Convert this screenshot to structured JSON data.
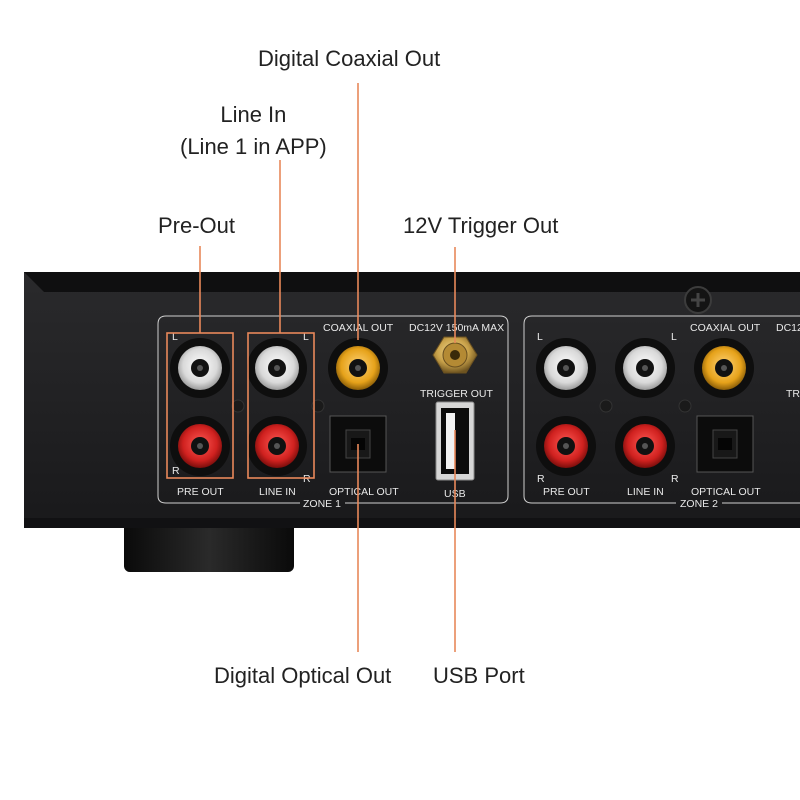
{
  "callouts": {
    "digital_coaxial_out": "Digital Coaxial Out",
    "line_in_line1": "Line In",
    "line_in_line2": "(Line 1 in APP)",
    "pre_out": "Pre-Out",
    "trigger_out": "12V Trigger Out",
    "digital_optical_out": "Digital Optical Out",
    "usb_port": "USB Port"
  },
  "panel": {
    "zone1": {
      "coaxial_out": "COAXIAL OUT",
      "dc_spec": "DC12V 150mA MAX",
      "trigger_out": "TRIGGER OUT",
      "pre_out": "PRE OUT",
      "line_in": "LINE IN",
      "optical_out": "OPTICAL OUT",
      "usb": "USB",
      "zone": "ZONE 1",
      "left": "L",
      "right": "R"
    },
    "zone2": {
      "coaxial_out": "COAXIAL OUT",
      "dc_spec": "DC12",
      "trigger_partial": "TR",
      "pre_out": "PRE OUT",
      "line_in": "LINE IN",
      "optical_out": "OPTICAL OUT",
      "zone": "ZONE 2",
      "left": "L",
      "right": "R"
    }
  },
  "colors": {
    "accent": "#e8885a",
    "chassis": "#1c1c1e",
    "panel": "#252527",
    "rca_red": "#c41a1e",
    "rca_white": "#e6e6e6",
    "rca_coax": "#e3a21a"
  }
}
